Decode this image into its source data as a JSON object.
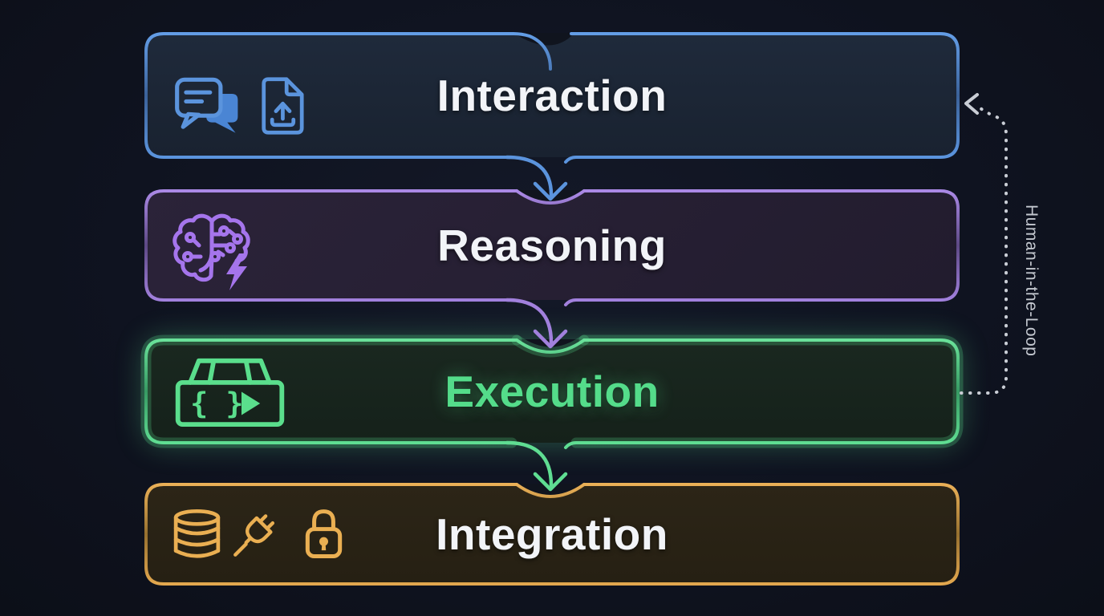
{
  "background": "#0f131d",
  "layers": [
    {
      "name": "Interaction",
      "accent": "#5b94dd",
      "icons": [
        "chat-bubbles-icon",
        "file-upload-icon"
      ]
    },
    {
      "name": "Reasoning",
      "accent": "#a575ec",
      "icons": [
        "brain-circuit-icon",
        "lightning-icon"
      ]
    },
    {
      "name": "Execution",
      "accent": "#5ade8c",
      "icons": [
        "code-sandbox-icon",
        "play-icon"
      ],
      "icon_text": "{ }"
    },
    {
      "name": "Integration",
      "accent": "#eaaf52",
      "icons": [
        "database-icon",
        "plug-icon",
        "lock-icon"
      ]
    }
  ],
  "loop": {
    "label": "Human-in-the-Loop",
    "style": "dotted",
    "from": "Execution",
    "to": "Interaction"
  },
  "arrows": [
    {
      "from": "Interaction",
      "to": "Reasoning"
    },
    {
      "from": "Reasoning",
      "to": "Execution"
    },
    {
      "from": "Execution",
      "to": "Integration"
    }
  ]
}
